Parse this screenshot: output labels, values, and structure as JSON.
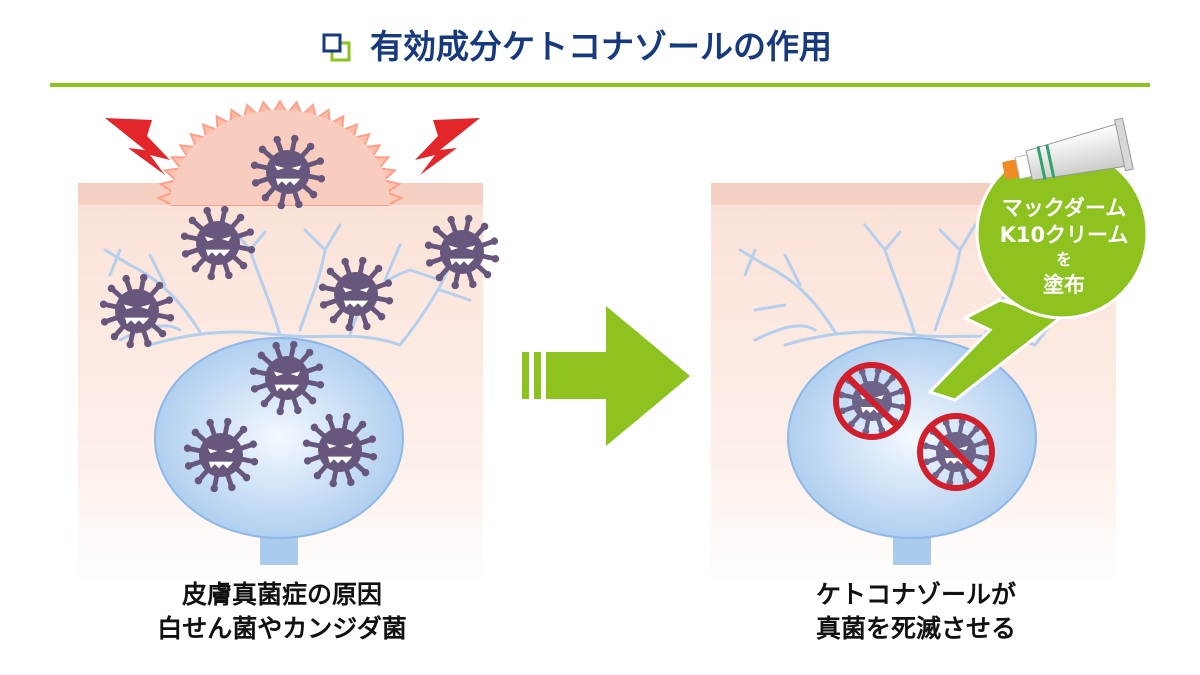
{
  "title": "有効成分ケトコナゾールの作用",
  "left_panel": {
    "caption_line1": "皮膚真菌症の原因",
    "caption_line2": "白せん菌やカンジダ菌",
    "icons": [
      "lightning-icon",
      "lightning-icon",
      "fungus-icon"
    ]
  },
  "right_panel": {
    "caption_line1": "ケトコナゾールが",
    "caption_line2": "真菌を死滅させる",
    "callout_line1": "マックダーム",
    "callout_line2": "K10クリーム",
    "callout_line3": "を",
    "callout_line4": "塗布",
    "icons": [
      "cream-tube-icon",
      "prohibited-icon"
    ]
  },
  "colors": {
    "title": "#173a7e",
    "accent_green": "#8dc21f",
    "skin_surface": "#f6cfc3",
    "skin_body": "#fdeee6",
    "follicle": "#a9cbee",
    "fungus": "#67577d",
    "lightning": "#e3262a",
    "prohibit": "#d21f2c"
  }
}
